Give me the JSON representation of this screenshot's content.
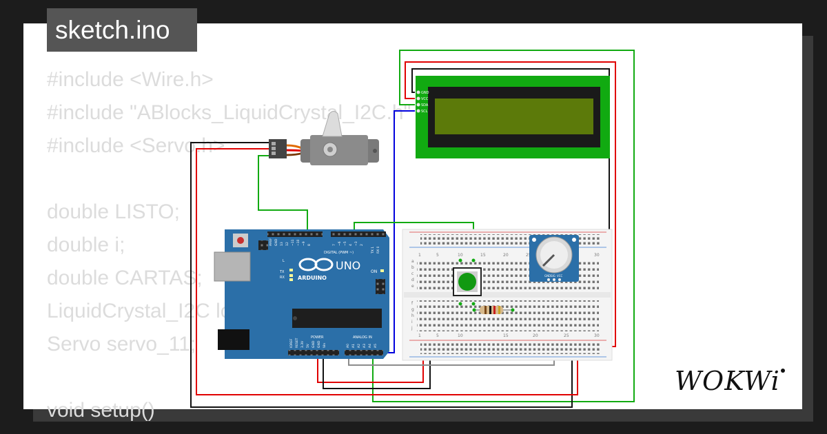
{
  "file_tab": {
    "title": "sketch.ino"
  },
  "code_lines": [
    "#include <Wire.h>",
    "#include \"ABlocks_LiquidCrystal_I2C.h\"",
    "#include <Servo.h>",
    "",
    "double LISTO;",
    "double i;",
    "double CARTAS;",
    "LiquidCrystal_I2C lcd(0x27,16,2);",
    "Servo servo_11;",
    "",
    "void setup()"
  ],
  "lcd": {
    "pins": [
      "GND",
      "VCC",
      "SDA",
      "SCL"
    ]
  },
  "arduino": {
    "model": "UNO",
    "brand": "ARDUINO",
    "on_label": "ON",
    "led_labels": [
      "L",
      "TX",
      "RX"
    ],
    "digital_label": "DIGITAL (PWM ~)",
    "power_label": "POWER",
    "analog_label": "ANALOG IN",
    "top_pin_labels": [
      "AREF",
      "GND",
      "13",
      "12",
      "~11",
      "~10",
      "~9",
      "8",
      "7",
      "~6",
      "~5",
      "4",
      "~3",
      "2",
      "TX 1",
      "RX 0"
    ],
    "bottom_pin_labels": [
      "IOREF",
      "RESET",
      "3.3V",
      "5V",
      "GND",
      "GND",
      "Vin",
      "A0",
      "A1",
      "A2",
      "A3",
      "A4",
      "A5"
    ]
  },
  "breadboard": {
    "col_numbers": [
      "1",
      "5",
      "10",
      "15",
      "20",
      "25",
      "30"
    ],
    "rows_top": [
      "a",
      "b",
      "c",
      "d",
      "e"
    ],
    "rows_bottom": [
      "f",
      "g",
      "h",
      "i",
      "j"
    ]
  },
  "potentiometer": {
    "pins": [
      "GND",
      "SIG",
      "VCC"
    ]
  },
  "brand_logo": {
    "text": "WOKWi"
  },
  "colors": {
    "accent_green": "#11aa11",
    "wire_red": "#e00000",
    "wire_blue": "#0000dd",
    "arduino_blue": "#2b6fa8",
    "lcd_green": "#5c7a0a"
  }
}
